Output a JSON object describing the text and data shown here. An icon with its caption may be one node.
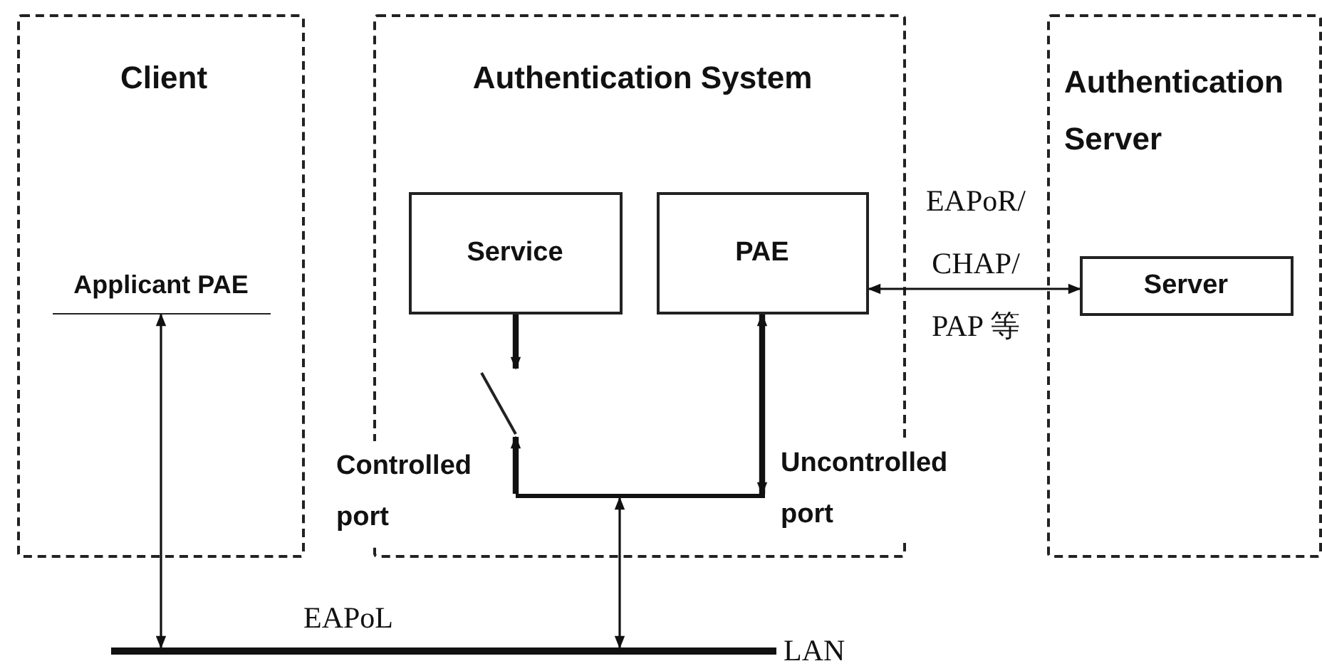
{
  "diagram": {
    "nodes": [
      {
        "text": [
          "Client"
        ]
      },
      {
        "text": [
          "Applicant PAE"
        ],
        "in": 0
      },
      {
        "text": [
          "Authentication System"
        ]
      },
      {
        "text": [
          "Service"
        ],
        "in": 2
      },
      {
        "text": [
          "PAE"
        ],
        "in": 2
      },
      {
        "text": [
          "Authentication Server"
        ]
      },
      {
        "text": [
          "Server"
        ],
        "in": 5
      },
      {
        "text": [],
        "shape": "bar",
        "beside": [
          "LAN"
        ]
      },
      {
        "text": [],
        "shape": "switch",
        "in": 2
      },
      {
        "text": [],
        "shape": "bar",
        "in": 2
      }
    ],
    "edges": [
      {
        "from": 1,
        "to": 7,
        "arrow": "both"
      },
      {
        "from": 4,
        "to": 6,
        "arrow": "both",
        "label": "EAPoR/ CHAP/ PAP 等"
      },
      {
        "from": 3,
        "to": 8,
        "arrow": "to",
        "style": "thick"
      },
      {
        "from": 9,
        "to": 8,
        "arrow": "to",
        "style": "thick"
      },
      {
        "from": 4,
        "to": 9,
        "arrow": "both",
        "style": "thick"
      },
      {
        "from": 9,
        "to": 7,
        "arrow": "both"
      }
    ],
    "labels": [
      "Controlled port",
      "Uncontrolled port",
      "EAPoL"
    ]
  }
}
